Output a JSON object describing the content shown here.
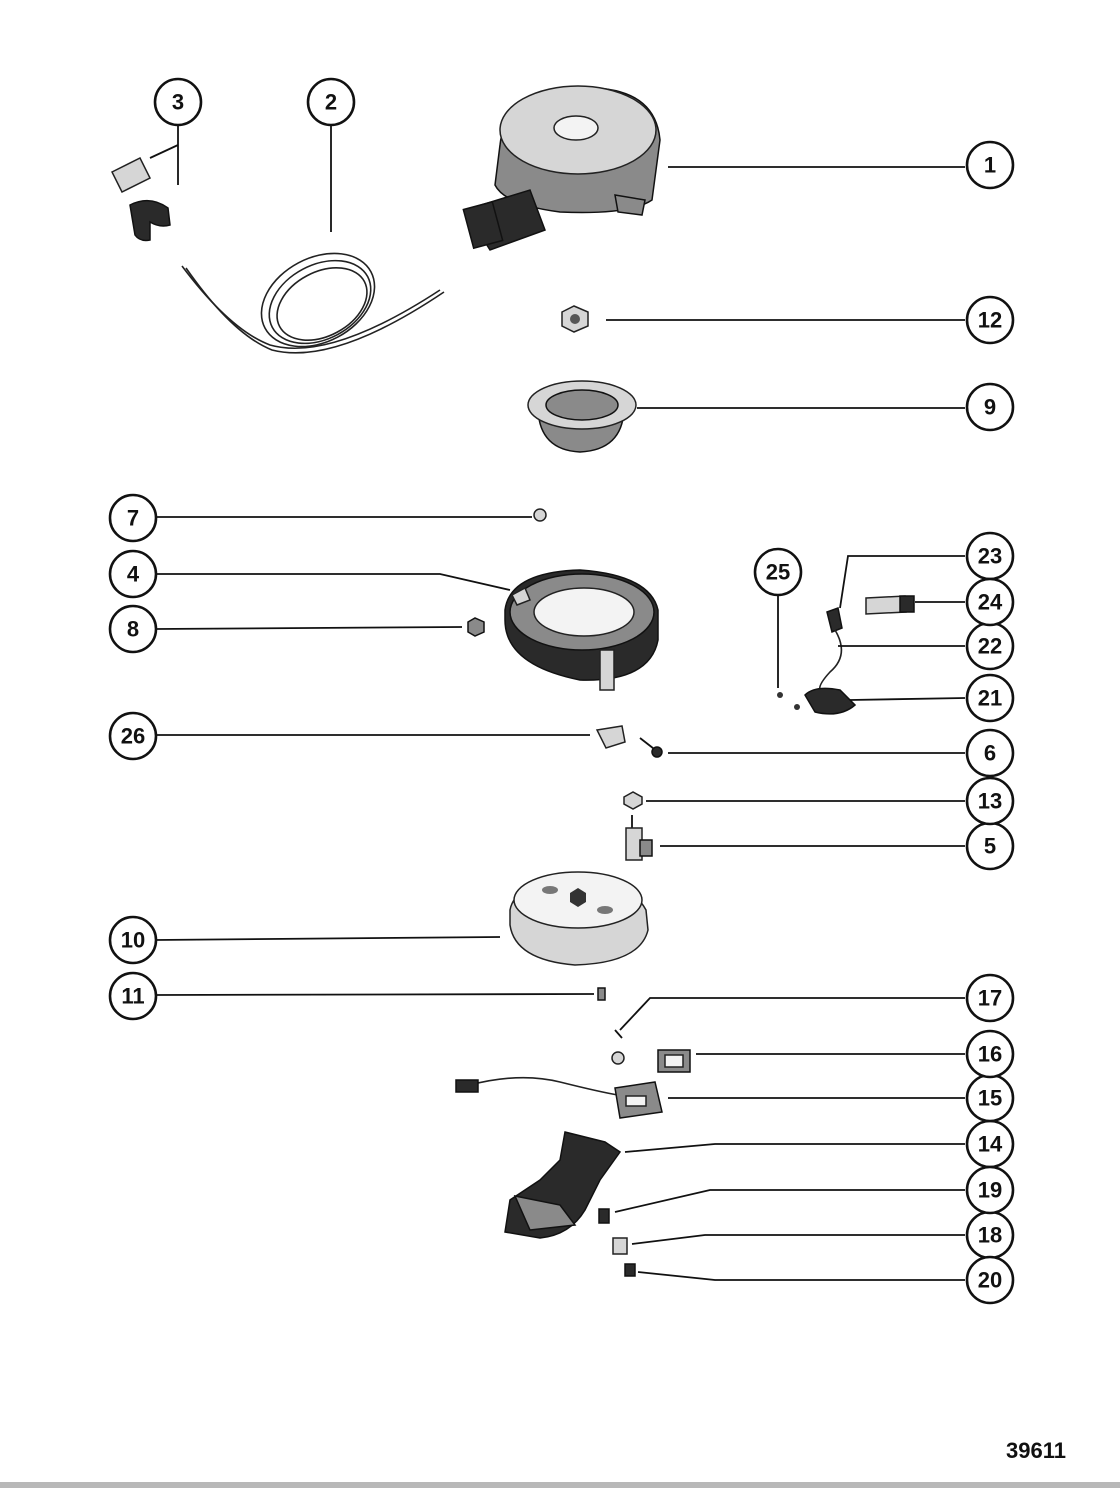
{
  "diagram": {
    "id_label": "39611",
    "callouts": [
      "1",
      "2",
      "3",
      "4",
      "5",
      "6",
      "7",
      "8",
      "9",
      "10",
      "11",
      "12",
      "13",
      "14",
      "15",
      "16",
      "17",
      "18",
      "19",
      "20",
      "21",
      "22",
      "23",
      "24",
      "25",
      "26"
    ]
  }
}
